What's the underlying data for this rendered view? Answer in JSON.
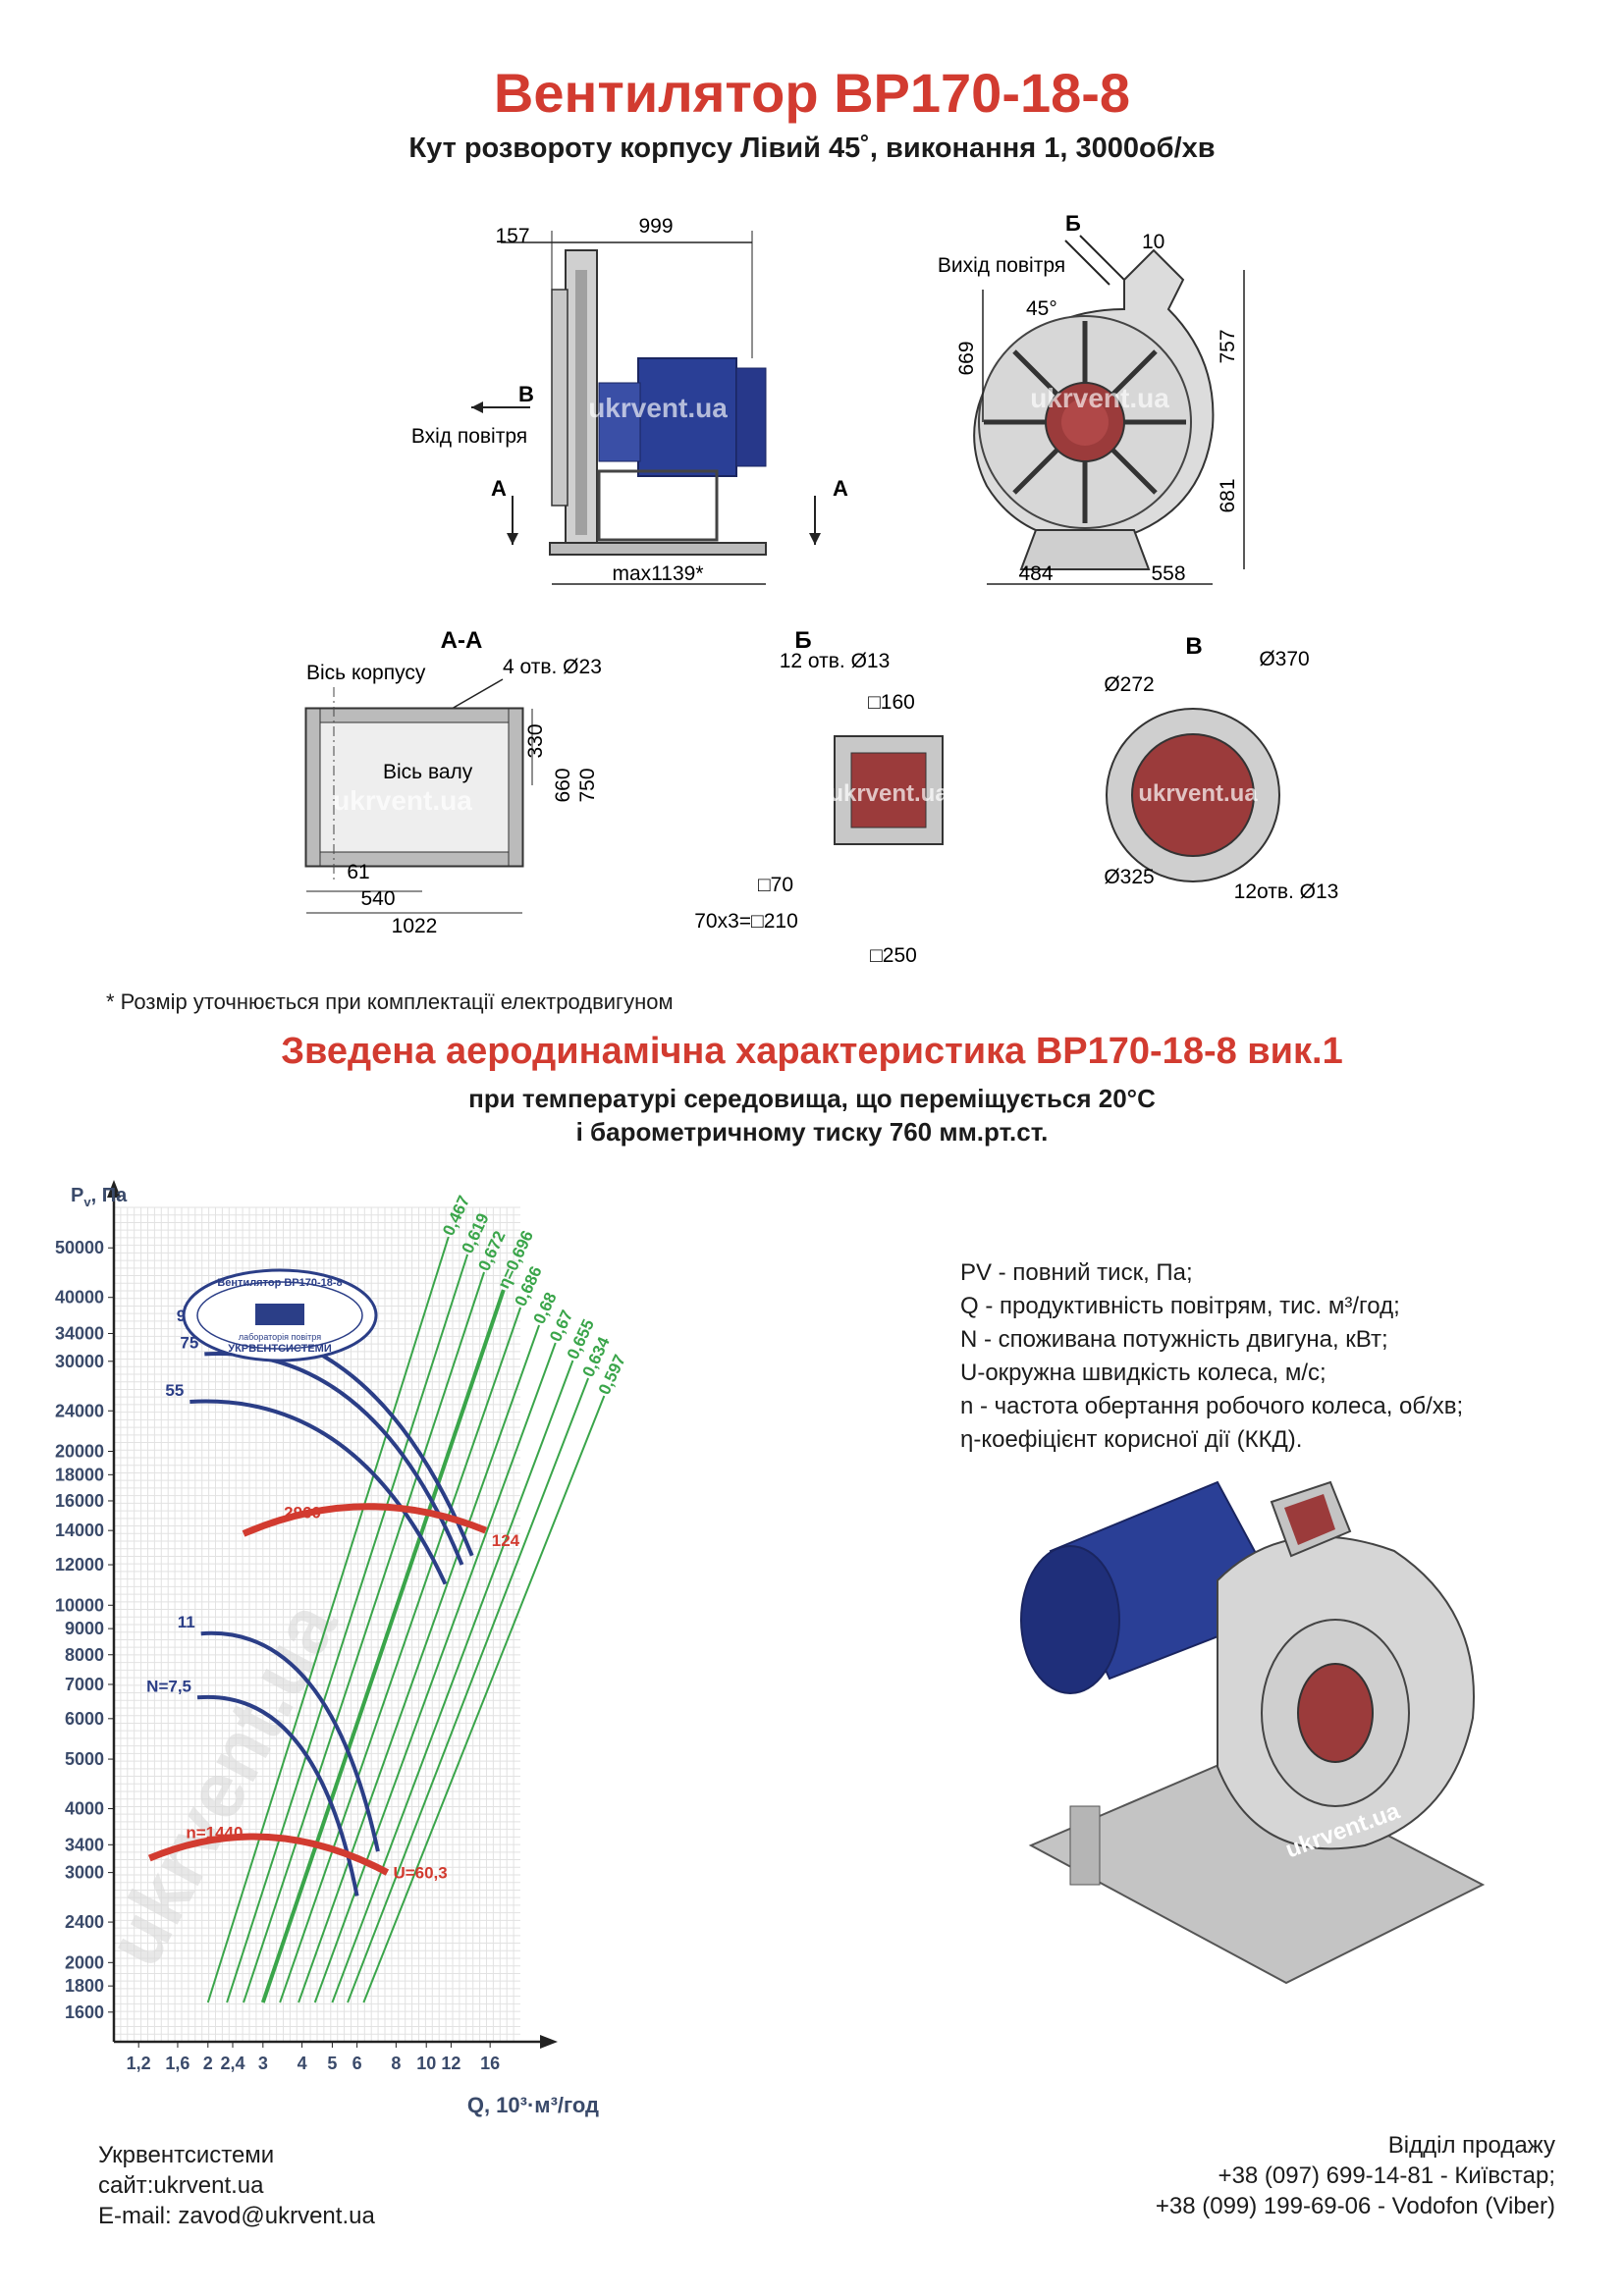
{
  "header": {
    "title": "Вентилятор ВР170-18-8",
    "subtitle": "Кут розвороту корпусу Лівий 45˚, виконання 1, 3000об/хв"
  },
  "drawings": {
    "side_view": {
      "dim_157": "157",
      "dim_999": "999",
      "dim_max": "max1139*",
      "arrow_b": "В",
      "inlet_label": "Вхід повітря",
      "cut_a_left": "А",
      "cut_a_right": "А",
      "watermark": "ukrvent.ua"
    },
    "front_view": {
      "arrow_b": "Б",
      "dim_10": "10",
      "outlet_label": "Вихід повітря",
      "angle": "45°",
      "dim_669": "669",
      "dim_757": "757",
      "dim_681": "681",
      "dim_484": "484",
      "dim_558": "558",
      "watermark": "ukrvent.ua"
    },
    "section_aa": {
      "title": "А-А",
      "axis_body": "Вісь корпусу",
      "holes": "4 отв. Ø23",
      "axis_shaft": "Вісь валу",
      "dim_330": "330",
      "dim_660": "660",
      "dim_750": "750",
      "dim_61": "61",
      "dim_540": "540",
      "dim_1022": "1022",
      "watermark": "ukrvent.ua"
    },
    "view_b": {
      "title": "Б",
      "holes": "12 отв.  Ø13",
      "dim_160": "□160",
      "dim_70": "□70",
      "dim_70x3": "70х3=□210",
      "dim_250": "□250",
      "watermark": "ukrvent.ua"
    },
    "view_v": {
      "title": "В",
      "d272": "Ø272",
      "d370": "Ø370",
      "d325": "Ø325",
      "holes": "12отв.  Ø13",
      "watermark": "ukrvent.ua"
    }
  },
  "footnote": "* Розмір уточнюється при комплектації електродвигуном",
  "aero": {
    "title": "Зведена аеродинамічна характеристика ВР170-18-8 вик.1",
    "line1": "при температурі середовища, що переміщується 20°C",
    "line2": "і барометричному тиску 760 мм.рт.ст."
  },
  "chart_data": {
    "type": "line",
    "ylabel": "P",
    "ylabel_sub": "v",
    "ylabel_unit": ", Па",
    "xlabel": "Q, 10³·м³/год",
    "y_ticks": [
      "50000",
      "40000",
      "34000",
      "30000",
      "24000",
      "20000",
      "18000",
      "16000",
      "14000",
      "12000",
      "10000",
      "9000",
      "8000",
      "7000",
      "6000",
      "5000",
      "4000",
      "3400",
      "3000",
      "2400",
      "2000",
      "1800",
      "1600"
    ],
    "x_ticks": [
      "1,2",
      "1,6",
      "2",
      "2,4",
      "3",
      "4",
      "5",
      "6",
      "8",
      "10",
      "12",
      "16"
    ],
    "log_scale": true,
    "grid": true,
    "stamp": {
      "top": "Вентилятор ВР170-18-8",
      "bottom": "УКРВЕНТСИСТЕМИ",
      "middle": "лабораторія повітря"
    },
    "power_labels": [
      "90",
      "75",
      "55",
      "11",
      "N=7,5"
    ],
    "efficiency_labels": [
      "0,467",
      "0,619",
      "0,672",
      "η=0,696",
      "0,686",
      "0,68",
      "0,67",
      "0,655",
      "0,634",
      "0,597"
    ],
    "speed_labels": {
      "high": "2960",
      "low": "n=1440",
      "u_high": "124",
      "u_low": "U=60,3"
    },
    "watermark": "ukrvent.ua"
  },
  "legend": [
    "PV - повний тиск, Па;",
    "Q - продуктивність повітрям, тис. м³/год;",
    "N - споживана потужність двигуна, кВт;",
    "U-окружна швидкість колеса, м/с;",
    "n - частота обертання робочого колеса, об/хв;",
    "η-коефіцієнт корисної дії (ККД)."
  ],
  "render_watermark": "ukrvent.ua",
  "footer": {
    "left": [
      "Укрвентсистеми",
      "сайт:ukrvent.ua",
      "E-mail: zavod@ukrvent.ua"
    ],
    "right": [
      "Відділ продажу",
      "+38 (097) 699-14-81 - Київстар;",
      "+38 (099) 199-69-06 - Vodofon (Viber)"
    ]
  },
  "colors": {
    "accent": "#d23b30",
    "curve_blue": "#2b3e87",
    "curve_green": "#3aa54a",
    "motor_blue": "#2a3f96",
    "flange_red": "#9b3b3b"
  }
}
